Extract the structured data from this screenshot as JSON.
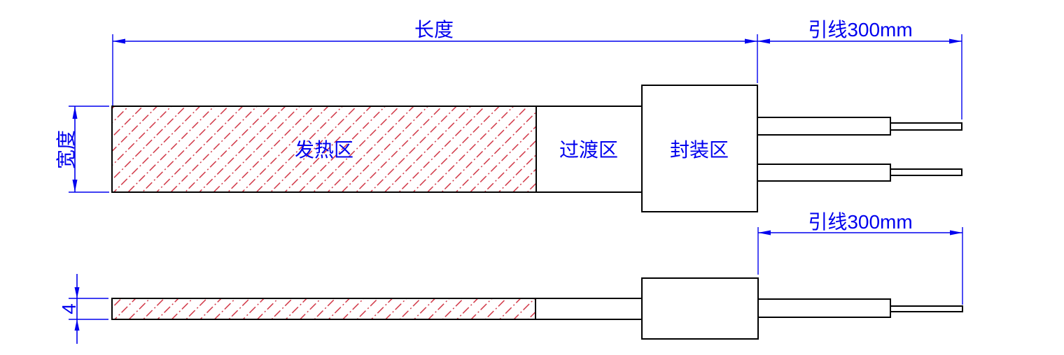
{
  "colors": {
    "background": "#ffffff",
    "outline": "#000000",
    "dimension": "#0000ee",
    "hatch": "#cc2233"
  },
  "top_view": {
    "labels": {
      "heating_zone": "发热区",
      "transition_zone": "过渡区",
      "encapsulation_zone": "封装区"
    },
    "dimensions": {
      "length": "长度",
      "width": "宽度",
      "lead_wire": "引线300mm"
    }
  },
  "bottom_view": {
    "dimensions": {
      "thickness": "4",
      "lead_wire": "引线300mm"
    }
  }
}
